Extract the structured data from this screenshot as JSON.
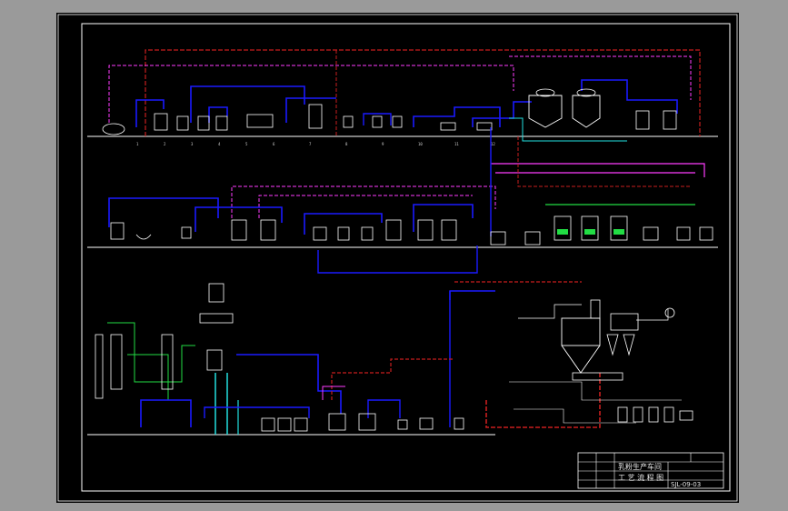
{
  "title_block": {
    "title": "乳粉生产车间",
    "subtitle": "工 艺 流 程 图",
    "drawing_no": "SJL-09-03"
  },
  "colors": {
    "background": "#000000",
    "frame": "#ffffff",
    "equipment": "#ffffff",
    "pipe_blue": "#1a1aff",
    "pipe_magenta": "#ff3cff",
    "pipe_red": "#c81e1e",
    "pipe_green": "#22dd44",
    "pipe_cyan": "#22e0e0"
  }
}
